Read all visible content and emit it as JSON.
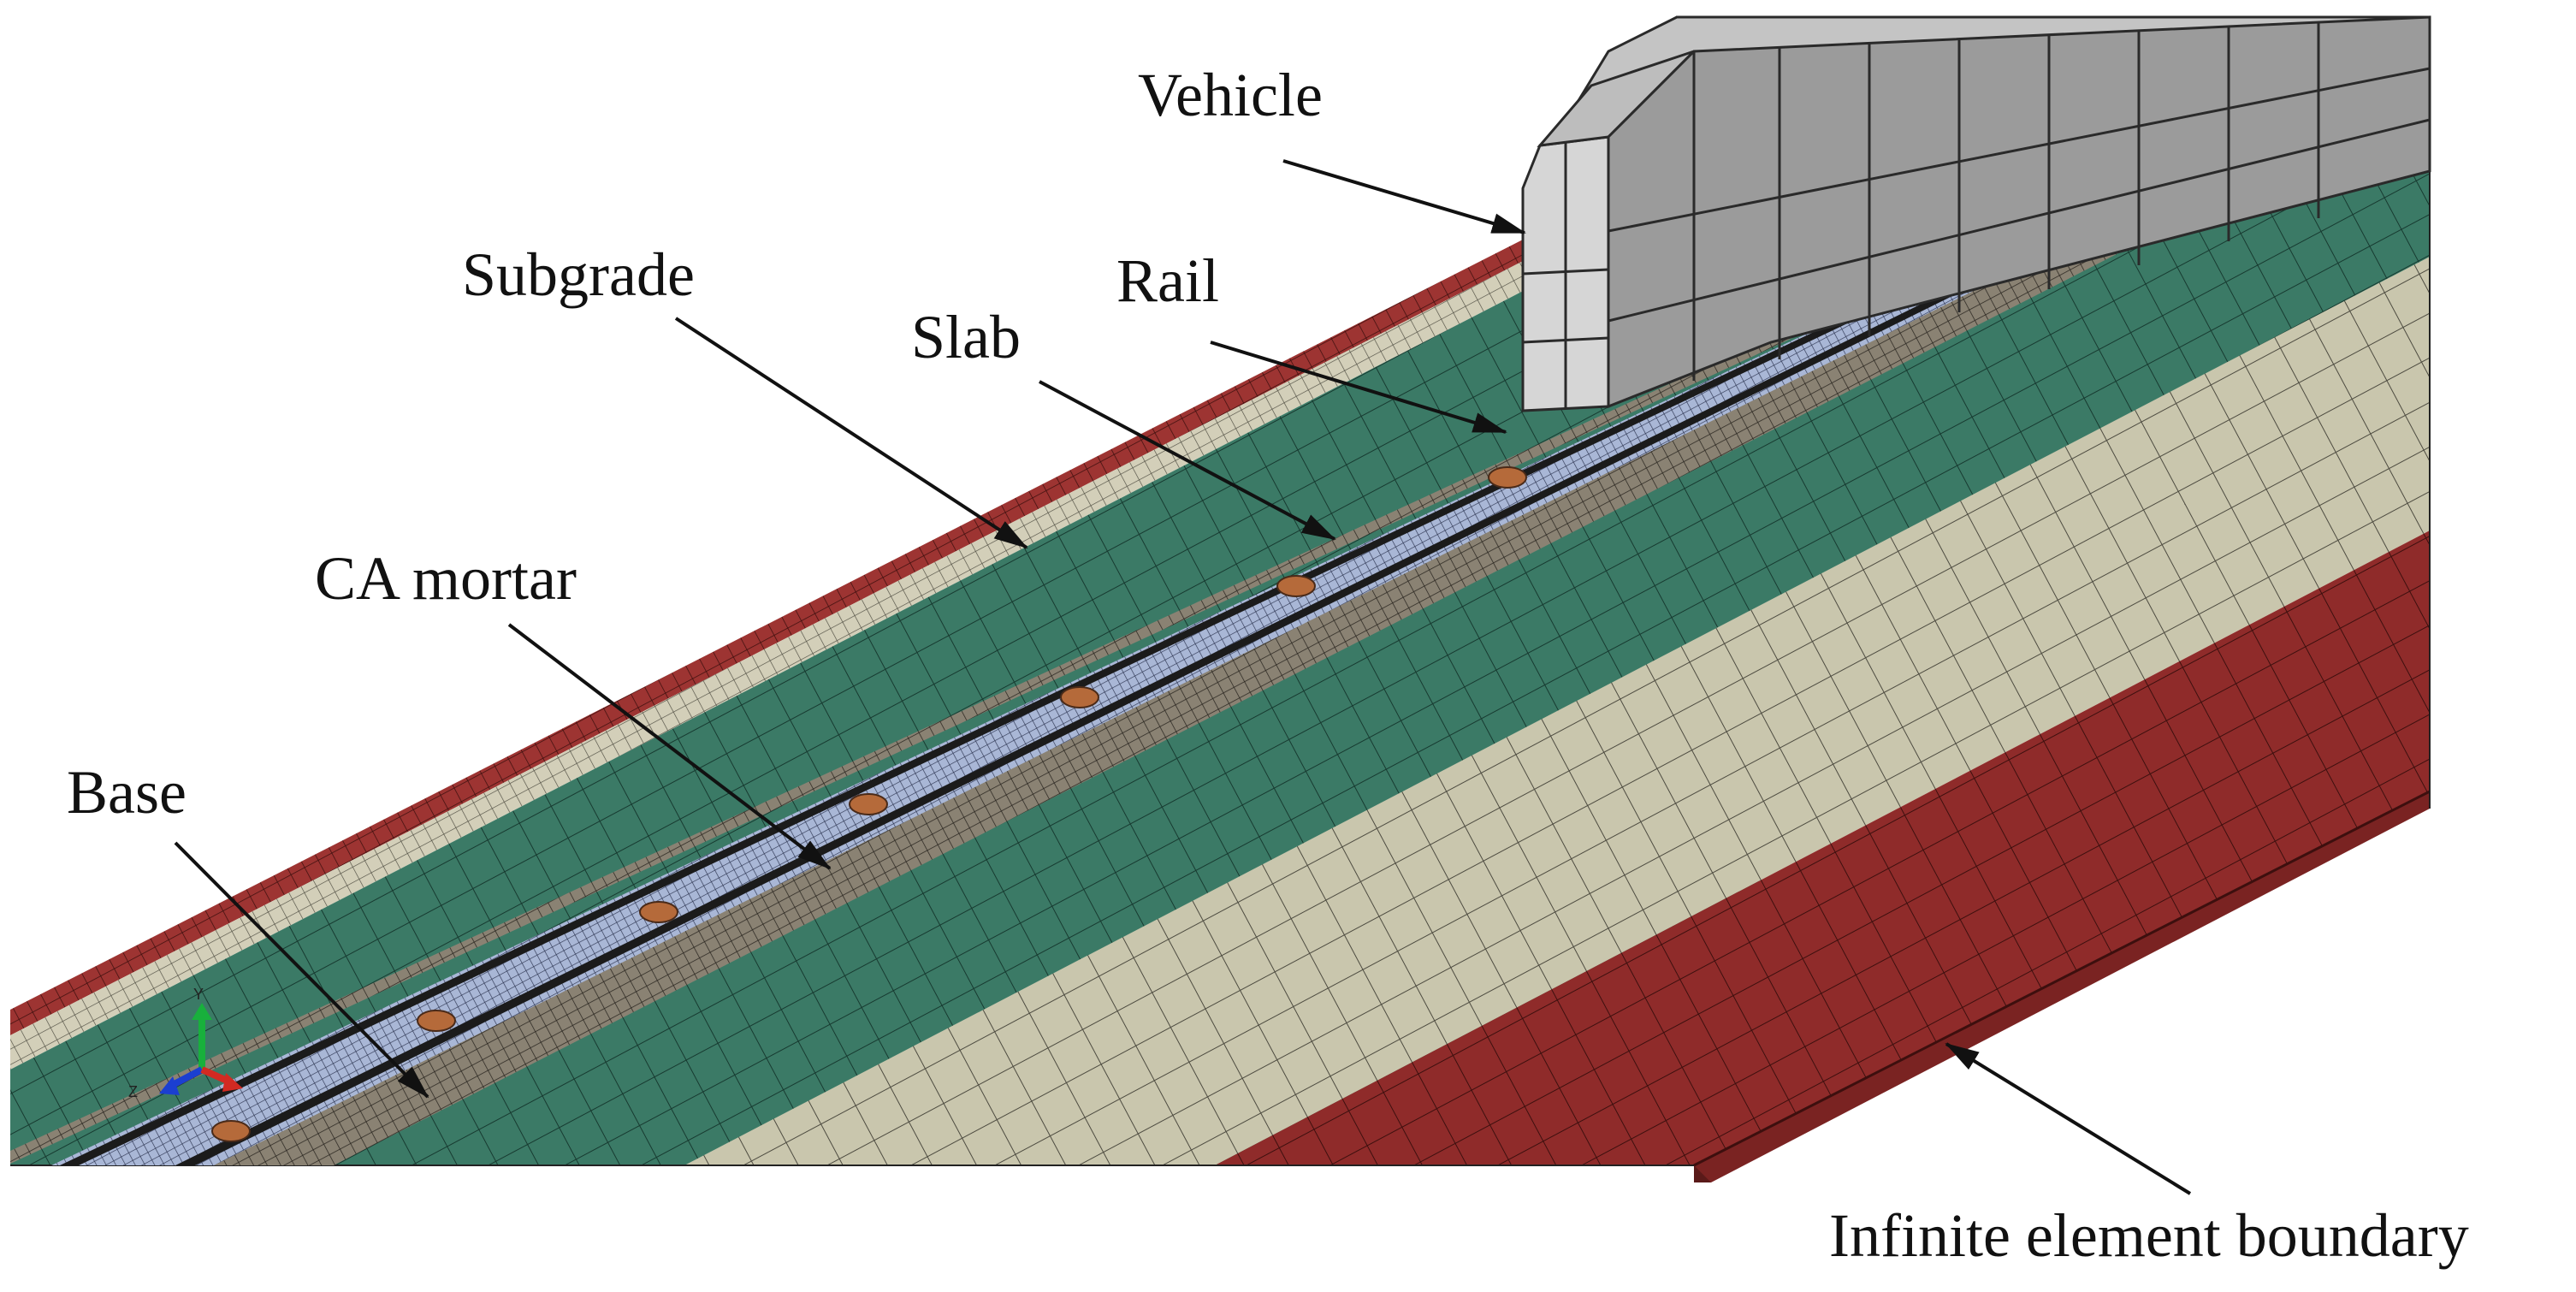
{
  "labels": {
    "vehicle": "Vehicle",
    "subgrade": "Subgrade",
    "rail": "Rail",
    "slab": "Slab",
    "ca_mortar": "CA mortar",
    "base": "Base",
    "infinite_boundary": "Infinite element boundary"
  },
  "triad": {
    "y_axis": "Y",
    "z_axis": "Z"
  },
  "colors": {
    "subgrade_green": "#3b7a66",
    "embankment_beige": "#c9c6ad",
    "boundary_red": "#8f2b2a",
    "slab_blue": "#a9b7d6",
    "base_brown": "#8a8273",
    "rail_black": "#1b1b1b",
    "vehicle_gray": "#a8a8a8",
    "mesh_line": "#1a1a1a"
  }
}
